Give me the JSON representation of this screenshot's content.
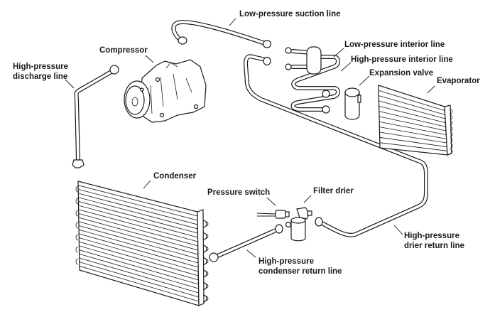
{
  "diagram": {
    "title": "Automotive A/C system components",
    "labels": {
      "low_pressure_suction_line": "Low-pressure suction line",
      "compressor": "Compressor",
      "high_pressure_discharge_line_1": "High-pressure",
      "high_pressure_discharge_line_2": "discharge line",
      "low_pressure_interior_line": "Low-pressure interior line",
      "high_pressure_interior_line": "High-pressure interior line",
      "expansion_valve": "Expansion valve",
      "evaporator": "Evaporator",
      "condenser": "Condenser",
      "pressure_switch": "Pressure switch",
      "filter_drier": "Filter drier",
      "high_pressure_drier_return_line_1": "High-pressure",
      "high_pressure_drier_return_line_2": "drier return line",
      "high_pressure_condenser_return_line_1": "High-pressure",
      "high_pressure_condenser_return_line_2": "condenser return line"
    },
    "colors": {
      "ink": "#1a1a1a",
      "background": "#ffffff"
    }
  }
}
